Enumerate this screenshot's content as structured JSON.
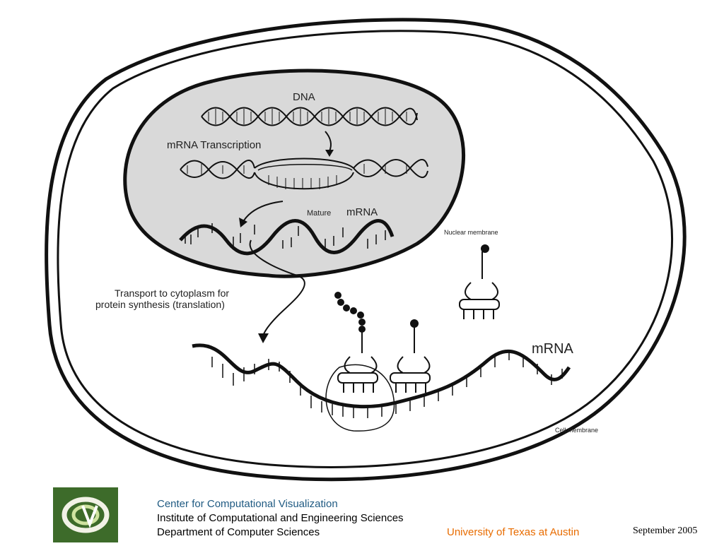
{
  "labels": {
    "dna": "DNA",
    "mrna_transcription": "mRNA Transcription",
    "mature_prefix": "Mature",
    "mature_mrna": "mRNA",
    "nuclear_membrane": "Nuclear membrane",
    "transport_line1": "Transport to cytoplasm for",
    "transport_line2": "protein synthesis (translation)",
    "mrna": "mRNA",
    "cell_membrane": "Cell membrane"
  },
  "footer": {
    "line1": "Center for Computational Visualization",
    "line2": "Institute of Computational and Engineering Sciences",
    "line3": "Department of Computer Sciences",
    "university": "University of Texas at Austin",
    "date": "September  2005"
  },
  "colors": {
    "nucleus_fill": "#d9d9d9",
    "footer_title": "#1f5a82",
    "university": "#e86c00",
    "logo_bg": "#3d6b2a"
  }
}
